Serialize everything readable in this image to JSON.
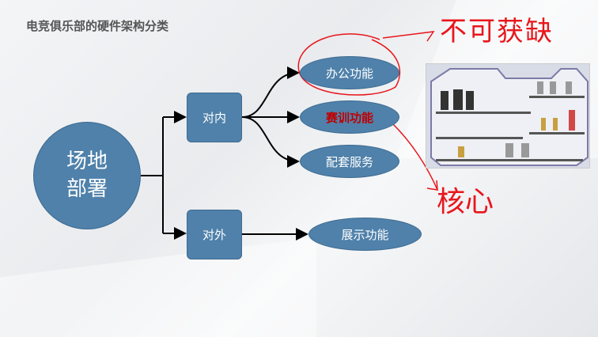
{
  "title": "电竞俱乐部的硬件架构分类",
  "root": {
    "line1": "场地",
    "line2": "部署"
  },
  "branches": {
    "internal": "对内",
    "external": "对外"
  },
  "functions": {
    "office": "办公功能",
    "training": "赛训功能",
    "support": "配套服务",
    "display": "展示功能"
  },
  "annotations": {
    "office_note": "不可获缺",
    "training_note": "核心"
  },
  "colors": {
    "node": "#4f81aa",
    "highlight_text": "#c00000",
    "ink": "#e8161c"
  }
}
